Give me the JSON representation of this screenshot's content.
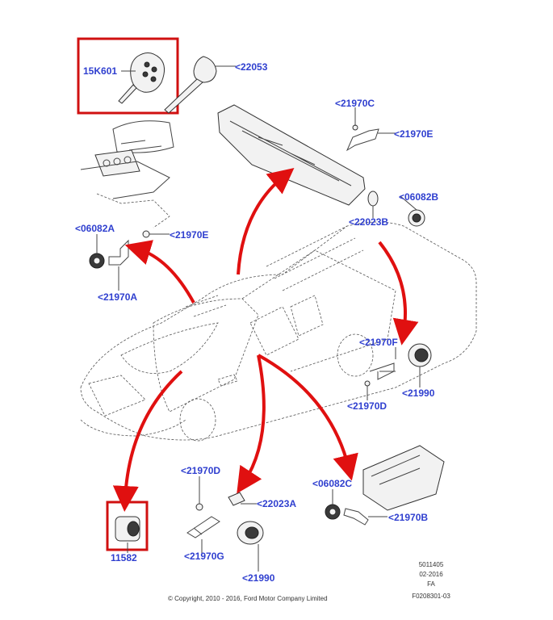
{
  "labels": {
    "l15K601": "15K601",
    "l22053": "<22053",
    "l21970C": "<21970C",
    "l21970E_top": "<21970E",
    "l06082B": "<06082B",
    "l22023B": "<22023B",
    "l06082A": "<06082A",
    "l21970E_left": "<21970E",
    "l21970A": "<21970A",
    "l21970F": "<21970F",
    "l21990_right": "<21990",
    "l21970D_right": "<21970D",
    "l21970D_bottom": "<21970D",
    "l22023A": "<22023A",
    "l21970G": "<21970G",
    "l21990_bottom": "<21990",
    "l06082C": "<06082C",
    "l21970B": "<21970B",
    "l11582": "11582"
  },
  "footer": {
    "copyright": "© Copyright, 2010 - 2016, Ford Motor Company Limited",
    "code1": "5011405",
    "code2": "02-2016",
    "code3": "FA",
    "code4": "F0208301-03"
  },
  "colors": {
    "label": "#2f3fcf",
    "arrow": "#e01010",
    "highlight_box": "#d01010"
  }
}
